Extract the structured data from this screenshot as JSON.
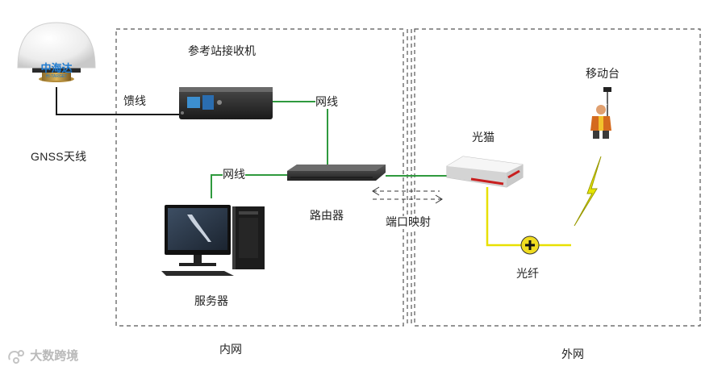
{
  "labels": {
    "gnss_antenna": "GNSS天线",
    "antenna_logo": "中海达",
    "antenna_logo_sub": "HI-TARGET",
    "feeder_cable": "馈线",
    "reference_receiver": "参考站接收机",
    "network_cable_receiver": "网线",
    "network_cable_server": "网线",
    "router": "路由器",
    "port_mapping": "端口映射",
    "server": "服务器",
    "optical_modem": "光猫",
    "optical_fiber": "光纤",
    "rover": "移动台",
    "intranet": "内网",
    "extranet": "外网"
  },
  "watermark": {
    "text": "大数跨境"
  },
  "colors": {
    "network_cable": "#2f9a3e",
    "feeder": "#1a1a1a",
    "fiber": "#e8e000",
    "lightning": "#d8d800",
    "dashed_border": "#555555"
  },
  "icons": {
    "antenna": "gnss-antenna-dome",
    "receiver": "receiver-box",
    "router": "router-box",
    "server": "workstation-computer",
    "modem": "optical-modem",
    "fiber_joint": "fiber-connector",
    "rover": "surveyor-with-pole",
    "wireless": "lightning-bolt"
  }
}
